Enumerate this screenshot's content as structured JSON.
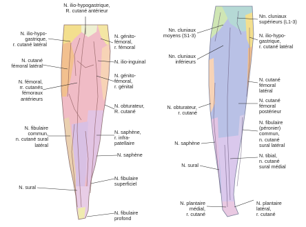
{
  "anterior_labels": {
    "iliohypogastric_top": "N. ilio-hypogastrique,\nR. cutané antérieur",
    "iliohypogastric_lateral": "N. ilio-hypo-\ngastrique,\nr. cutané latéral",
    "lateral_femoral_cutaneous": "N. cutané\nfémoral latéral",
    "femoral": "N. fémoral,\nrr. cutanés\nfémoraux\nantérieurs",
    "common_fibular": "N. fibulaire\ncommun,\nn. cutané sural\nlatéral",
    "sural": "N. sural",
    "genitofemoral_femoral": "N. génito-\nfémoral,\nr. fémoral",
    "ilioinguinal": "N. ilio-inguinal",
    "genitofemoral_genital": "N. génito-\nfémoral,\nr. génital",
    "obturator": "N. obturateur,\nR. cutané",
    "saphenous_infrapatellar": "N. saphène,\nr. infra-\npatellaire",
    "saphenous": "N. saphène",
    "superficial_fibular": "N. fibulaire\nsuperficiel",
    "deep_fibular": "N. fibulaire\nprofond"
  },
  "posterior_labels": {
    "middle_cluneal": "Nn. cluniaux\nmoyens (S1-3)",
    "inferior_cluneal": "Nn. cluniaux\ninférieurs",
    "obturator": "N. obturateur,\nr. cutané",
    "saphenous": "N. saphène",
    "sural": "N. sural",
    "medial_plantar": "N. plantaire\nmédial,\nr. cutané",
    "superior_cluneal": "Nn. cluniaux\nsupérieurs (L1-3)",
    "iliohypogastric_lateral": "N. ilio-hypo-\ngastrique,\nr. cutané latéral",
    "lateral_femoral_cutaneous": "N. cutané\nfémoral\nlatéral",
    "posterior_femoral_cutaneous": "N. cutané\nfémoral\npostérieur",
    "common_fibular": "N. fibulaire\n(péronier)\ncommun,\nn. cutané\nsural latéral",
    "tibial": "N. tibial,\nn. cutané\nsural médial",
    "lateral_plantar": "N. plantaire\nlatéral,\nr. cutané"
  },
  "colors": {
    "lumbar_yellow": "#f3df8e",
    "orange_zone": "#f2c08f",
    "femoral_pink": "#f0bcc6",
    "obturator_peach": "#f7d3b6",
    "common_fibular_tan": "#ead0b0",
    "saphenous_violet": "#e2c4e3",
    "posterior_blue": "#b9c1e6",
    "tibial_lilac": "#dac8ec",
    "cluneal_green": "#cfe6b4",
    "cluneal_teal": "#b5d9d5",
    "nerve_line": "#7b4a4a",
    "leader_line": "#222222"
  }
}
